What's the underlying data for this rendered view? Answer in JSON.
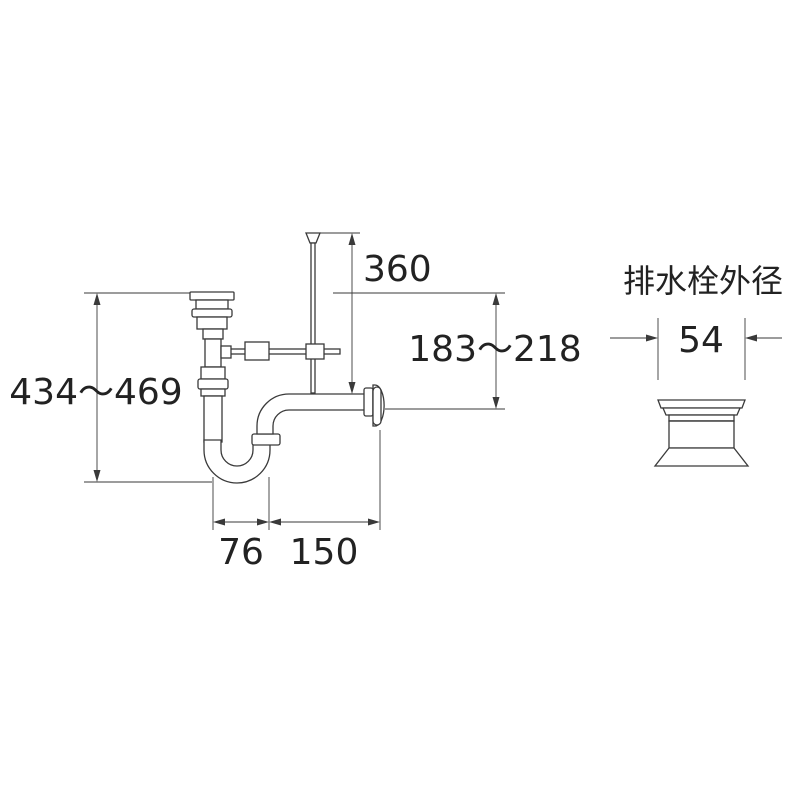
{
  "dimensions": {
    "overall_height": "434～469",
    "rod_height": "360",
    "outlet_height": "183～218",
    "trap_offset": "76",
    "outlet_length": "150",
    "drain_plug_diameter": "54"
  },
  "labels": {
    "drain_plug_outer_diameter": "排水栓外径"
  },
  "colors": {
    "line": "#3a3a3a",
    "text": "#222222",
    "background": "#ffffff"
  }
}
